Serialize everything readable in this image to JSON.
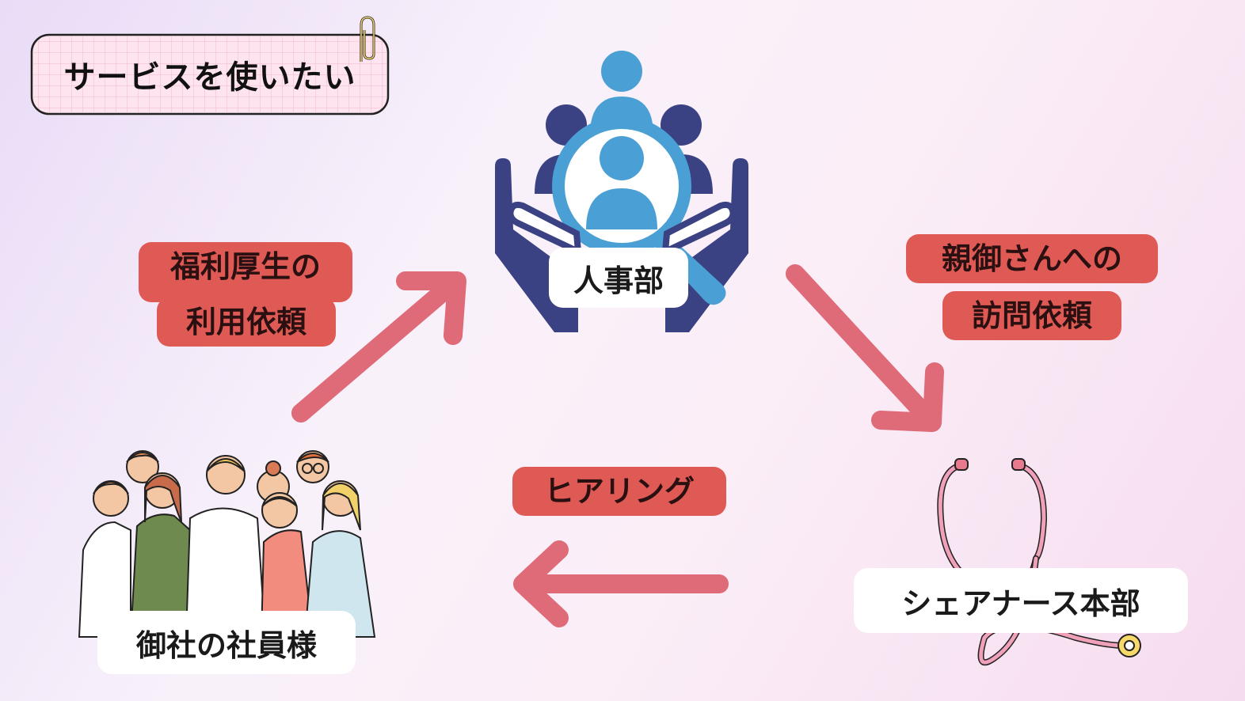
{
  "title": "サービスを使いたい",
  "nodes": {
    "hr": "人事部",
    "employees": "御社の社員様",
    "headquarters": "シェアナース本部"
  },
  "flows": {
    "request_line1": "福利厚生の",
    "request_line2": "利用依頼",
    "visit_line1": "親御さんへの",
    "visit_line2": "訪問依頼",
    "hearing": "ヒアリング"
  },
  "colors": {
    "arrow": "#df6a78",
    "label_bg": "#e05a55",
    "icon_dark": "#3b4283",
    "icon_light": "#4aa0d4"
  }
}
